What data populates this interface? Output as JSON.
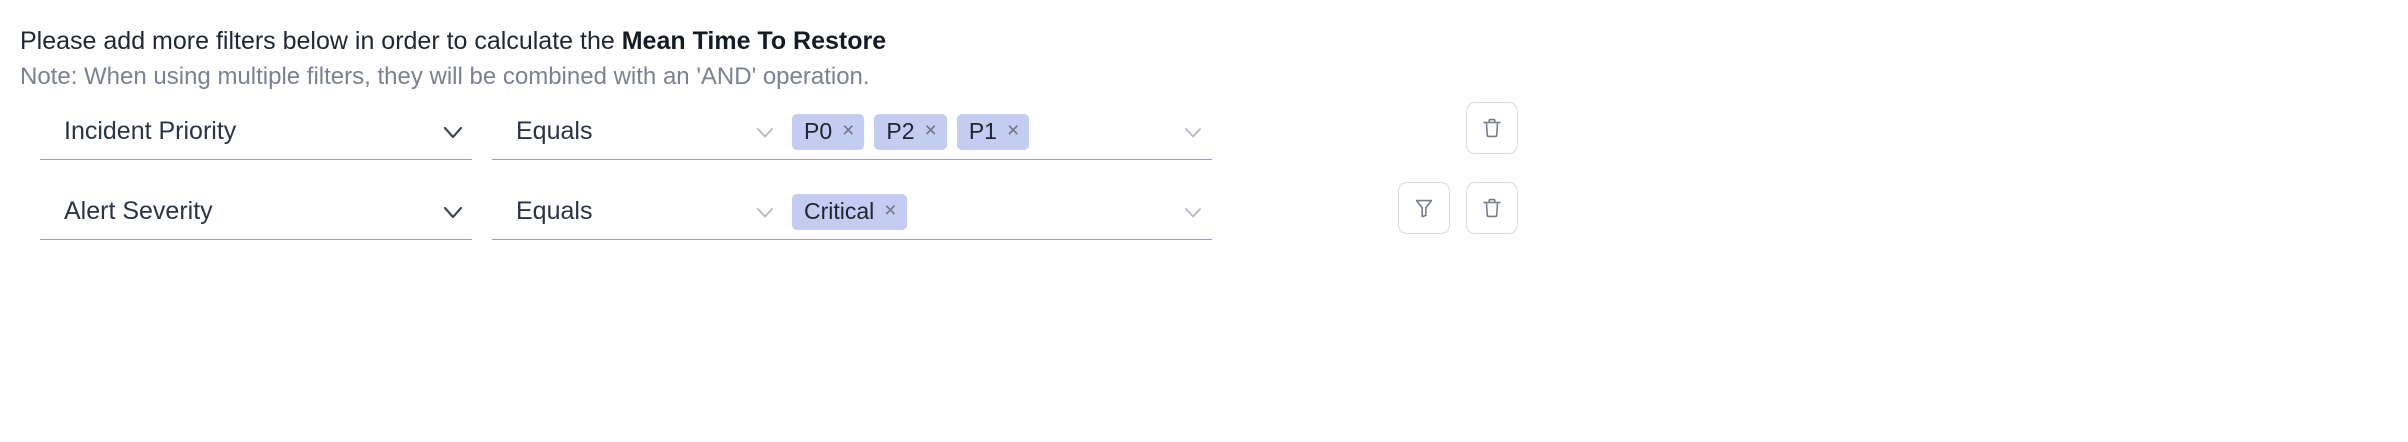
{
  "header": {
    "instruction_prefix": "Please add more filters below in order to calculate the ",
    "instruction_metric": "Mean Time To Restore",
    "note": "Note: When using multiple filters, they will be combined with an 'AND' operation."
  },
  "colors": {
    "chip_bg": "#c3cdf2",
    "chip_text": "#20262f",
    "field_text": "#2b3347",
    "note_text": "#7b8190",
    "underline": "#9aa0ad",
    "button_border": "#d6d9e0"
  },
  "filters": [
    {
      "field_label": "Incident Priority",
      "field_chevron": "chevron-down-icon",
      "operator_label": "Equals",
      "operator_chevron": "chevron-down-icon",
      "values": [
        {
          "label": "P0",
          "remove": "×"
        },
        {
          "label": "P2",
          "remove": "×"
        },
        {
          "label": "P1",
          "remove": "×"
        }
      ],
      "values_chevron": "chevron-down-icon",
      "actions": [
        {
          "name": "delete-filter-button",
          "icon": "trash-icon"
        }
      ]
    },
    {
      "field_label": "Alert Severity",
      "field_chevron": "chevron-down-icon",
      "operator_label": "Equals",
      "operator_chevron": "chevron-down-icon",
      "values": [
        {
          "label": "Critical",
          "remove": "×"
        }
      ],
      "values_chevron": "chevron-down-icon",
      "actions": [
        {
          "name": "add-filter-button",
          "icon": "funnel-icon"
        },
        {
          "name": "delete-filter-button",
          "icon": "trash-icon"
        }
      ]
    }
  ]
}
